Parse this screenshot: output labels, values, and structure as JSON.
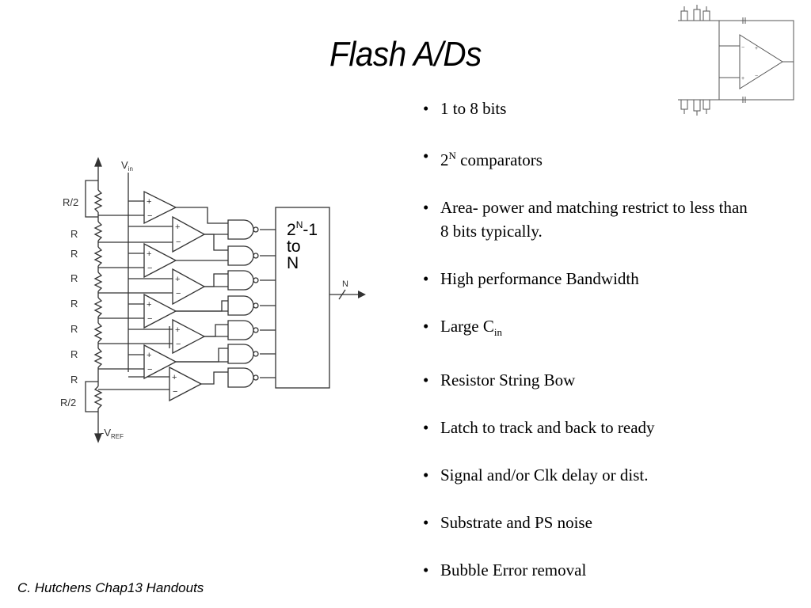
{
  "title": "Flash A/Ds",
  "bullets": [
    {
      "text": "1 to 8 bits"
    },
    {
      "pre": "2",
      "sup": "N",
      "post": " comparators"
    },
    {
      "text": "Area- power and matching restrict to less than 8 bits typically."
    },
    {
      "text": "High performance Bandwidth"
    },
    {
      "pre": "Large C",
      "sub": "in"
    },
    {
      "text": "Resistor String Bow"
    },
    {
      "text": "Latch to track and back to ready"
    },
    {
      "text": "Signal and/or Clk delay or dist."
    },
    {
      "text": "Substrate and PS noise"
    },
    {
      "text": "Bubble Error removal"
    }
  ],
  "diagram": {
    "vin_label": "V",
    "vin_sub": "in",
    "resistor_half_label": "R/2",
    "resistor_label": "R",
    "vref_label": "-V",
    "vref_sub": "REF",
    "encoder_l1": "2",
    "encoder_sup": "N",
    "encoder_tail": "-1",
    "encoder_l2": "to",
    "encoder_l3": "N",
    "bus_label": "N"
  },
  "footer": "C. Hutchens Chap13 Handouts"
}
